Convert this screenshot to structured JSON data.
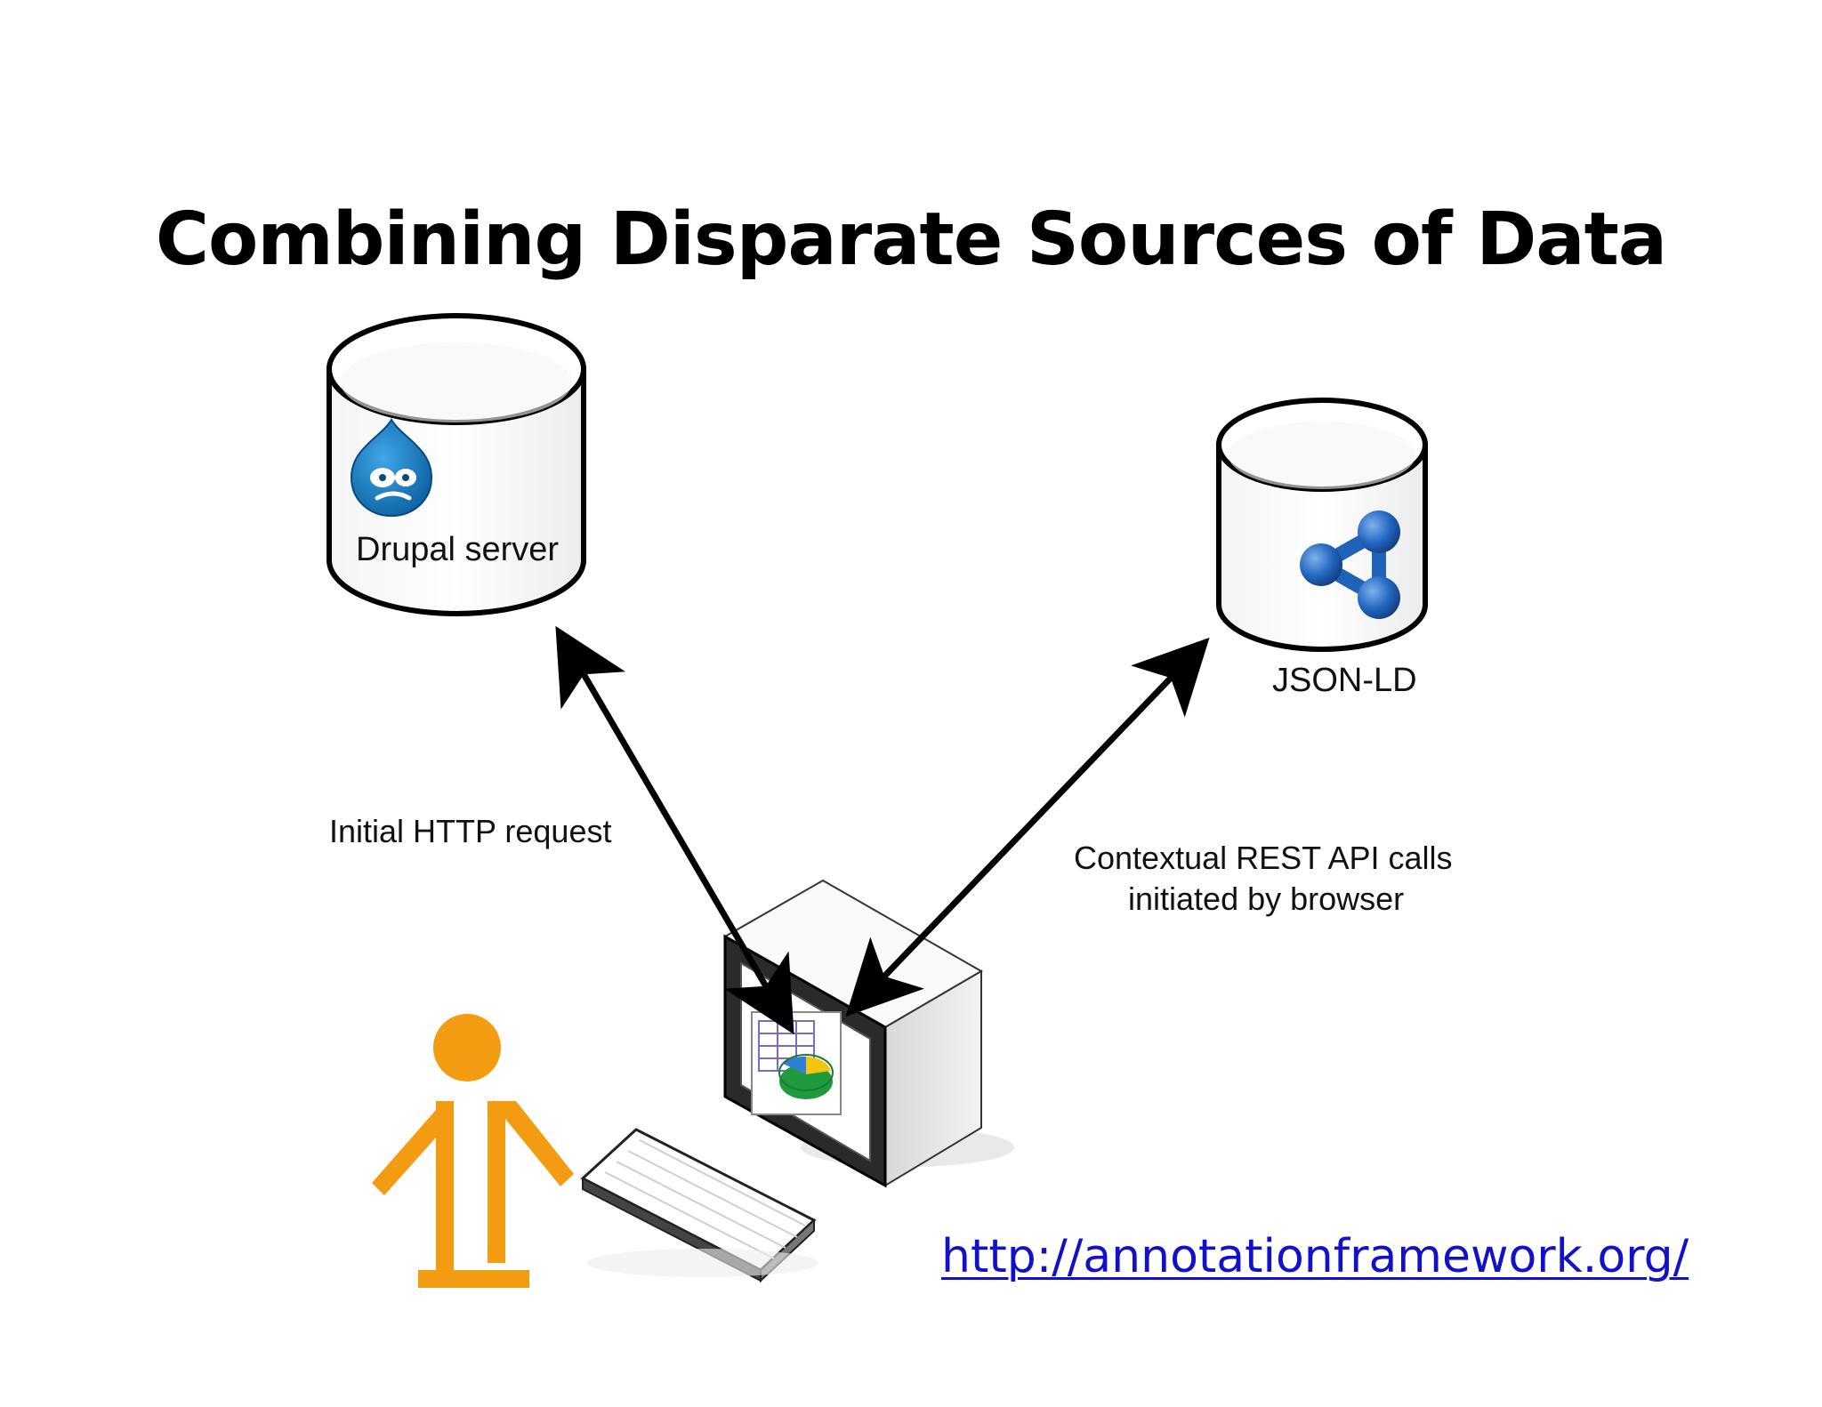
{
  "slide": {
    "title": "Combining Disparate Sources of Data",
    "url": "http://annotationframework.org/"
  },
  "diagram": {
    "nodes": {
      "drupal": {
        "label": "Drupal server",
        "icon": "drupal-drop-icon"
      },
      "jsonld": {
        "label": "JSON-LD",
        "icon": "json-ld-icon"
      },
      "browser": {
        "icon": "computer-monitor-icon"
      },
      "keyboard": {
        "icon": "keyboard-icon"
      },
      "user": {
        "icon": "person-icon"
      }
    },
    "edges": {
      "initial_http": {
        "label": "Initial HTTP request"
      },
      "rest_calls": {
        "label_line1": "Contextual REST API calls",
        "label_line2": "initiated by browser"
      }
    }
  },
  "colors": {
    "text": "#111111",
    "drupal_blue": "#0d79c3",
    "jsonld_blue": "#1f63b8",
    "person_orange": "#f39c12",
    "pie_green": "#22aa44",
    "link_blue": "#1111cc"
  }
}
